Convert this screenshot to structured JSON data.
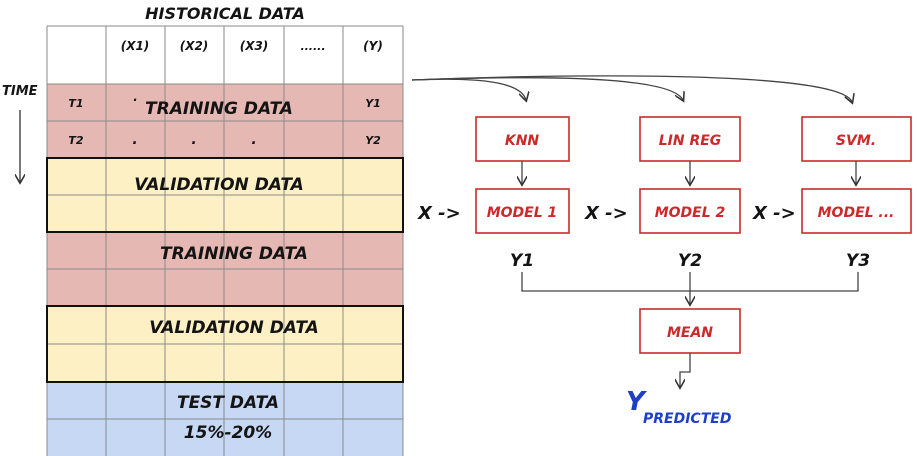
{
  "table": {
    "title": "HISTORICAL DATA",
    "time_label": "TIME",
    "headers": [
      "",
      "(X1)",
      "(X2)",
      "(X3)",
      "......",
      "(Y)"
    ],
    "row1": {
      "t": "T1",
      "dot": "·",
      "y": "Y1"
    },
    "row2": {
      "t": "T2",
      "dots": [
        ".",
        ".",
        "."
      ],
      "y": "Y2"
    },
    "bands": [
      {
        "label": "TRAINING DATA",
        "kind": "training"
      },
      {
        "label": "VALIDATION DATA",
        "kind": "validation"
      },
      {
        "label": "TRAINING DATA",
        "kind": "training"
      },
      {
        "label": "VALIDATION DATA",
        "kind": "validation"
      },
      {
        "label": "TEST DATA",
        "sub": "15%-20%",
        "kind": "test"
      }
    ]
  },
  "pipeline": {
    "algorithms": [
      "KNN",
      "LIN REG",
      "SVM."
    ],
    "models": [
      "MODEL 1",
      "MODEL 2",
      "MODEL ..."
    ],
    "input_label": "X ->",
    "outputs": [
      "Y1",
      "Y2",
      "Y3"
    ],
    "combiner": "MEAN",
    "result_main": "Y",
    "result_sub": "PREDICTED"
  },
  "colors": {
    "training": "#e6b8b3",
    "validation": "#fdf0c5",
    "test": "#c7d8f5",
    "box_red": "#cc2a2a",
    "result_blue": "#1e3fc8"
  }
}
